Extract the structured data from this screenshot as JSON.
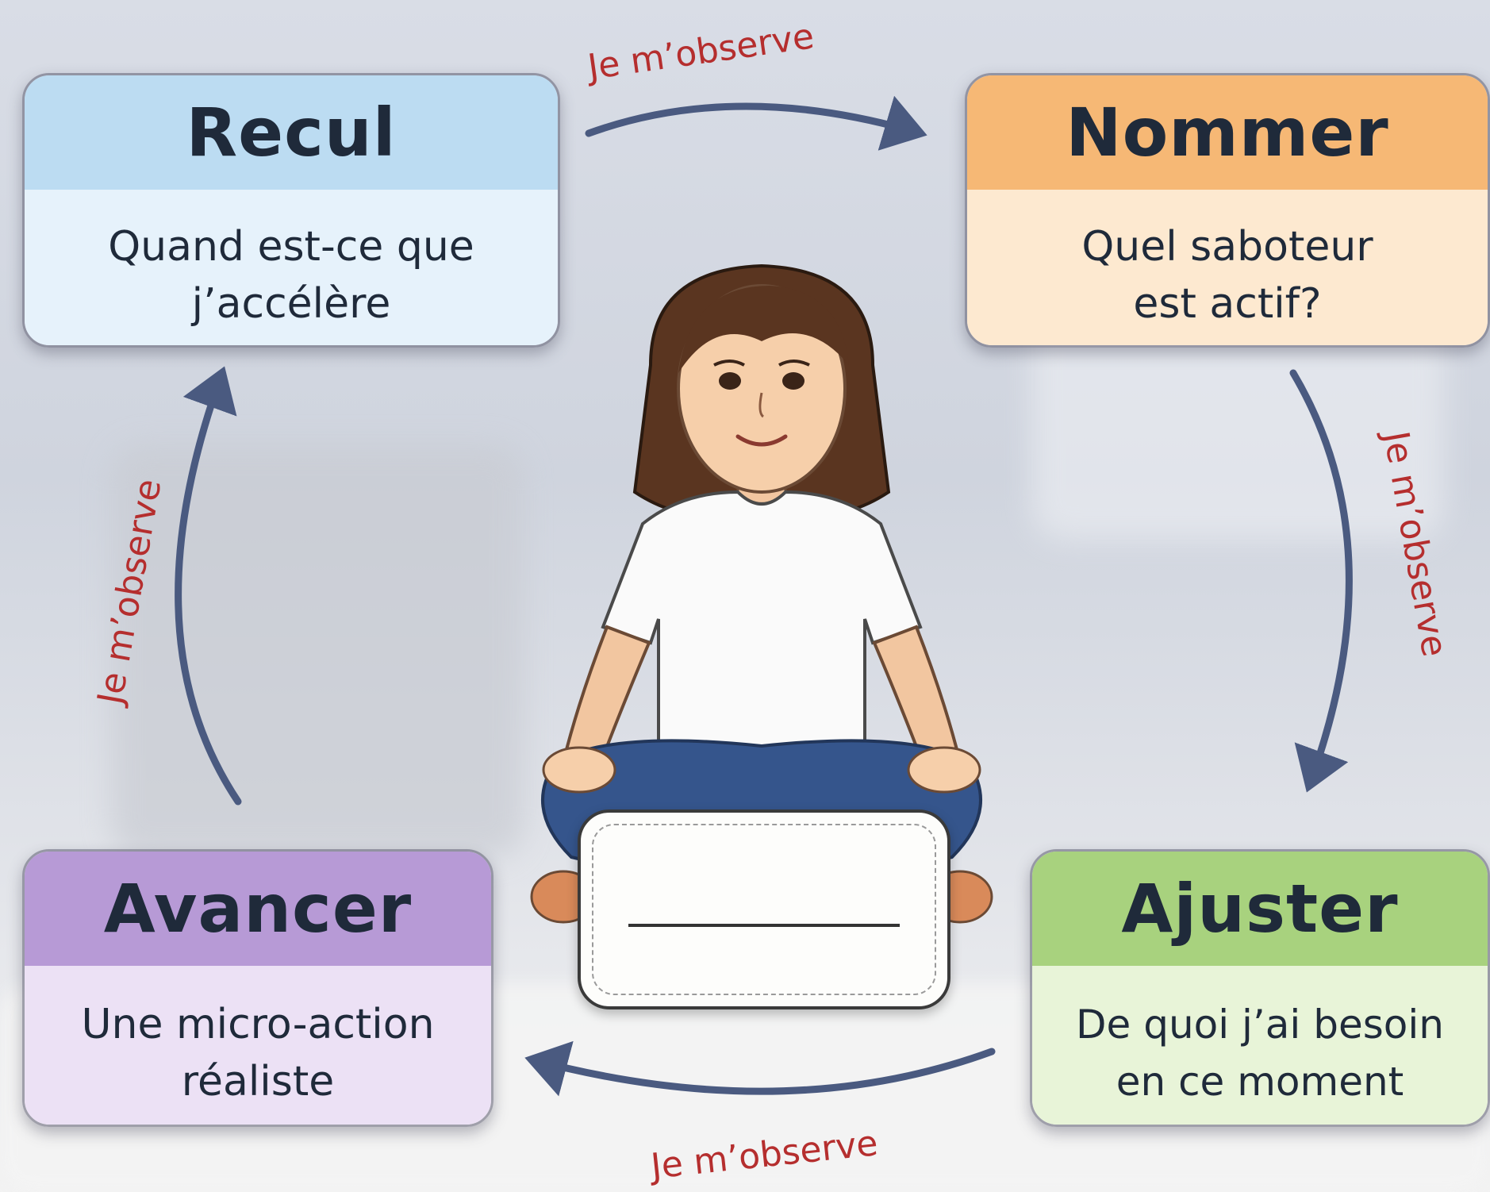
{
  "cards": {
    "recul": {
      "title": "Recul",
      "text": "Quand est-ce que\nj’accélère",
      "head_color": "#bcdcf2",
      "body_color": "#e6f2fb"
    },
    "nommer": {
      "title": "Nommer",
      "text": "Quel saboteur\nest actif?",
      "head_color": "#f6b875",
      "body_color": "#fde9d0"
    },
    "ajuster": {
      "title": "Ajuster",
      "text": "De quoi j’ai besoin\nen ce moment",
      "head_color": "#a8d27e",
      "body_color": "#e8f4d8"
    },
    "avancer": {
      "title": "Avancer",
      "text": "Une micro-action\nréaliste",
      "head_color": "#b79ad6",
      "body_color": "#ece1f5"
    }
  },
  "arrows": {
    "top_label": "Je m’observe",
    "right_label": "Je m’observe",
    "bottom_label": "Je m’observe",
    "left_label": "Je m’observe",
    "arrow_color": "#4a5a80",
    "label_color": "#b52e2e"
  },
  "center": {
    "figure": "meditating-woman",
    "note_blank": ""
  }
}
